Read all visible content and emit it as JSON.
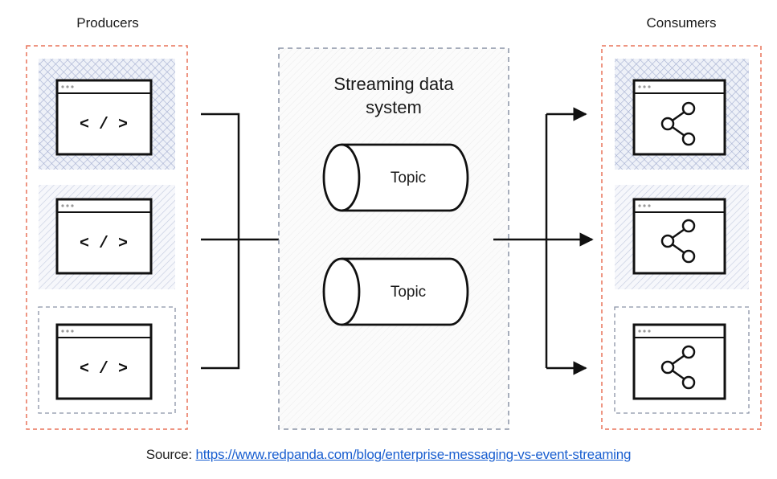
{
  "diagram": {
    "producers_label": "Producers",
    "consumers_label": "Consumers",
    "system_label_line1": "Streaming data",
    "system_label_line2": "system",
    "topics": [
      "Topic",
      "Topic"
    ],
    "producer_icon": "code-brackets-icon",
    "producer_code_text": "< / >",
    "consumer_icon": "share-graph-icon"
  },
  "footer": {
    "source_prefix": "Source: ",
    "source_link": "https://www.redpanda.com/blog/enterprise-messaging-vs-event-streaming"
  },
  "colors": {
    "producer_border": "#e8735a",
    "consumer_border": "#e8735a",
    "system_border": "#8a93a6",
    "inner_dashed_border": "#8a93a6",
    "crosshatch": "#9aa6c8",
    "diagonal_hatch": "#b7c0d8",
    "link": "#1a5fd0"
  }
}
